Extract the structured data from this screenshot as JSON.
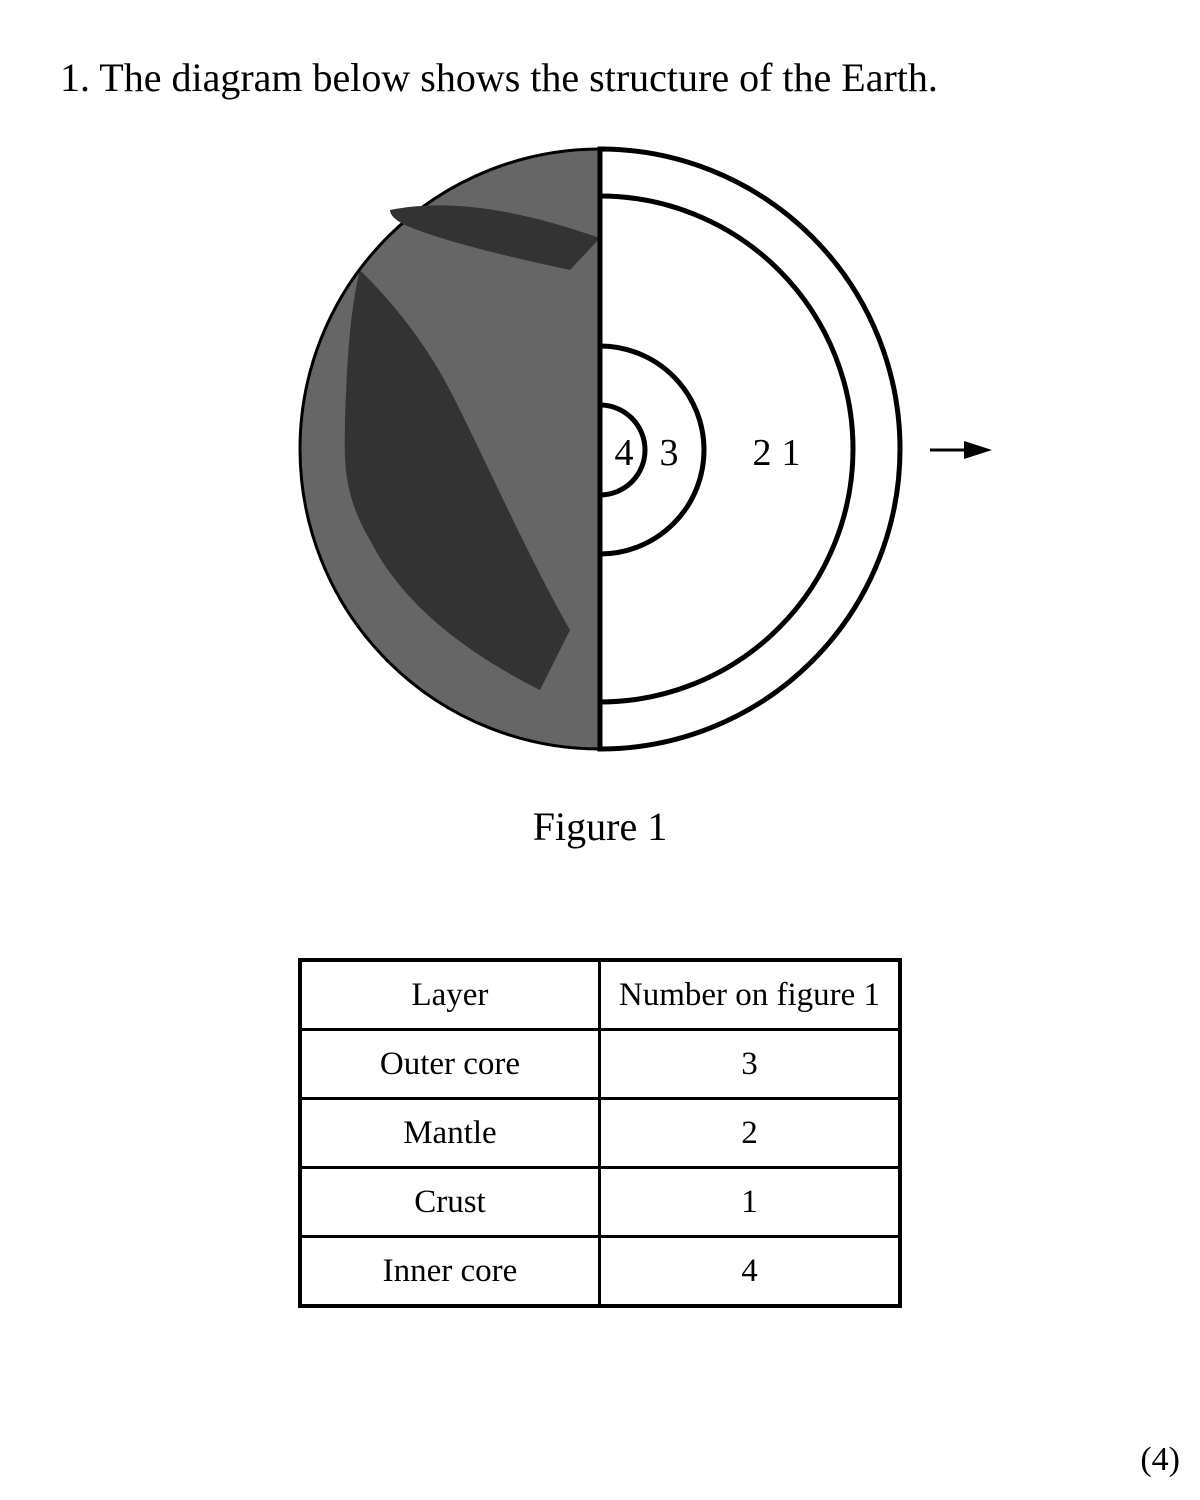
{
  "question": {
    "text": "1. The diagram below shows the structure of the Earth."
  },
  "figure": {
    "caption": "Figure 1",
    "layer_numbers": [
      "4",
      "3",
      "2",
      "1"
    ],
    "colors": {
      "surface": "#666666",
      "continents": "#333333",
      "outline": "#000000",
      "cutaway": "#ffffff"
    }
  },
  "table": {
    "headers": [
      "Layer",
      "Number on figure 1"
    ],
    "rows": [
      [
        "Outer core",
        "3"
      ],
      [
        "Mantle",
        "2"
      ],
      [
        "Crust",
        "1"
      ],
      [
        "Inner core",
        "4"
      ]
    ]
  },
  "marks": "(4)"
}
